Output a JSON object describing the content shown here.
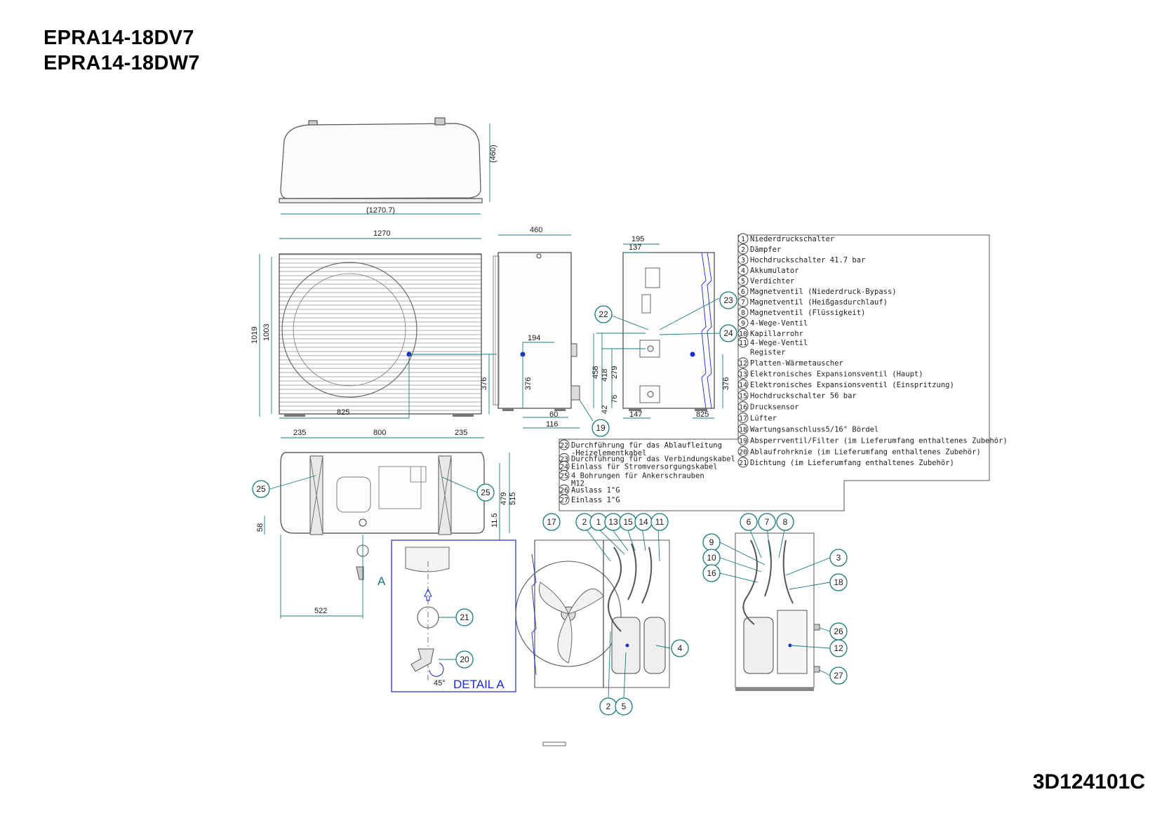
{
  "header": {
    "model_line_1": "EPRA14-18DV7",
    "model_line_2": "EPRA14-18DW7"
  },
  "footer": {
    "document_number": "3D124101C"
  },
  "dimensions": {
    "top_depth": "(460)",
    "top_width": "(1270.7)",
    "front_width": "1270",
    "front_height_outer": "1019",
    "front_height_inner": "1003",
    "front_cog_x": "825",
    "front_cog_y": "376",
    "side_depth": "460",
    "side_cog_x": "194",
    "side_cog_y": "376",
    "side_60": "60",
    "side_116": "116",
    "right_195": "195",
    "right_137": "137",
    "right_458": "458",
    "right_418": "418",
    "right_279": "279",
    "right_76": "76",
    "right_42": "42",
    "right_147": "147",
    "right_825": "825",
    "right_376": "376",
    "bottom_235_left": "235",
    "bottom_800": "800",
    "bottom_235_right": "235",
    "bottom_58": "58",
    "bottom_479": "479",
    "bottom_515": "515",
    "bottom_11_5": "11.5",
    "bottom_522": "522",
    "detail_label": "DETAIL A",
    "detail_marker": "A",
    "detail_angle": "45°"
  },
  "legend": [
    {
      "num": "1",
      "text": "Niederdruckschalter"
    },
    {
      "num": "2",
      "text": "Dämpfer"
    },
    {
      "num": "3",
      "text": "Hochdruckschalter 41.7 bar"
    },
    {
      "num": "4",
      "text": "Akkumulator"
    },
    {
      "num": "5",
      "text": "Verdichter"
    },
    {
      "num": "6",
      "text": "Magnetventil (Niederdruck-Bypass)"
    },
    {
      "num": "7",
      "text": "Magnetventil (Heißgasdurchlauf)"
    },
    {
      "num": "8",
      "text": "Magnetventil (Flüssigkeit)"
    },
    {
      "num": "9",
      "text": "4-Wege-Ventil"
    },
    {
      "num": "10",
      "text": "Kapillarrohr"
    },
    {
      "num": "11",
      "text": "4-Wege-Ventil"
    },
    {
      "num": "",
      "text": "Register"
    },
    {
      "num": "12",
      "text": "Platten-Wärmetauscher"
    },
    {
      "num": "13",
      "text": "Elektronisches Expansionsventil (Haupt)"
    },
    {
      "num": "14",
      "text": "Elektronisches Expansionsventil (Einspritzung)"
    },
    {
      "num": "15",
      "text": "Hochdruckschalter 56 bar"
    },
    {
      "num": "16",
      "text": "Drucksensor"
    },
    {
      "num": "17",
      "text": "Lüfter"
    },
    {
      "num": "18",
      "text": "Wartungsanschluss5/16\" Bördel"
    },
    {
      "num": "19",
      "text": "Absperrventil/Filter (im Lieferumfang enthaltenes Zubehör)"
    },
    {
      "num": "20",
      "text": "Ablaufrohrknie (im Lieferumfang enthaltenes Zubehör)"
    },
    {
      "num": "21",
      "text": "Dichtung (im Lieferumfang enthaltenes Zubehör)"
    }
  ],
  "legend2": [
    {
      "num": "22",
      "text": "Durchführung für das Ablaufleitung"
    },
    {
      "num": "",
      "text": "-Heizelementkabel"
    },
    {
      "num": "23",
      "text": "Durchführung für das Verbindungskabel"
    },
    {
      "num": "24",
      "text": "Einlass für Stromversorgungskabel"
    },
    {
      "num": "25",
      "text": "4 Bohrungen für Ankerschrauben"
    },
    {
      "num": "",
      "text": "M12"
    },
    {
      "num": "26",
      "text": "Auslass 1\"G"
    },
    {
      "num": "27",
      "text": "Einlass 1\"G"
    }
  ],
  "callouts": {
    "c19": "19",
    "c22": "22",
    "c23": "23",
    "c24": "24",
    "c25a": "25",
    "c25b": "25",
    "c21": "21",
    "c20": "20",
    "c17": "17",
    "c2a": "2",
    "c1": "1",
    "c13": "13",
    "c15": "15",
    "c14": "14",
    "c11": "11",
    "c4": "4",
    "c2b": "2",
    "c5": "5",
    "c6": "6",
    "c7": "7",
    "c8": "8",
    "c9": "9",
    "c10": "10",
    "c16": "16",
    "c3": "3",
    "c18": "18",
    "c26": "26",
    "c12": "12",
    "c27": "27"
  }
}
